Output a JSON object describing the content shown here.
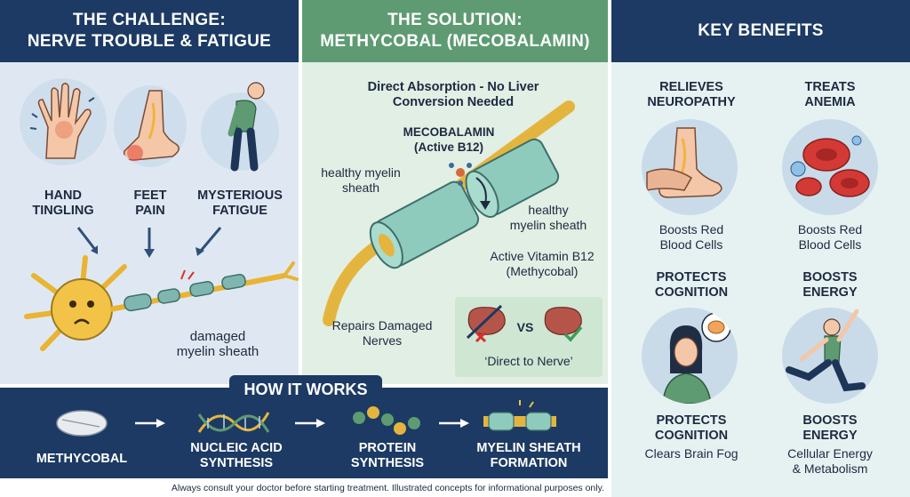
{
  "challenge": {
    "title_line1": "THE CHALLENGE:",
    "title_line2": "NERVE TROUBLE & FATIGUE",
    "symptoms": [
      {
        "line1": "HAND",
        "line2": "TINGLING"
      },
      {
        "line1": "FEET",
        "line2": "PAIN"
      },
      {
        "line1": "MYSTERIOUS",
        "line2": "FATIGUE"
      }
    ],
    "damaged_label_line1": "damaged",
    "damaged_label_line2": "myelin sheath"
  },
  "solution": {
    "title_line1": "THE SOLUTION:",
    "title_line2": "METHYCOBAL (MECOBALAMIN)",
    "absorption_line1": "Direct Absorption - No Liver",
    "absorption_line2": "Conversion Needed",
    "mecobalamin_line1": "MECOBALAMIN",
    "mecobalamin_line2": "(Active B12)",
    "sheath_left_line1": "healthy myelin",
    "sheath_left_line2": "sheath",
    "sheath_right_line1": "healthy",
    "sheath_right_line2": "myelin sheath",
    "active_line1": "Active Vitamin B12",
    "active_line2": "(Methycobal)",
    "repairs_line1": "Repairs Damaged",
    "repairs_line2": "Nerves",
    "vs": "VS",
    "direct_to_nerve": "‘Direct to Nerve’"
  },
  "benefits": {
    "title": "KEY BENEFITS",
    "items": [
      {
        "title_line1": "RELIEVES",
        "title_line2": "NEUROPATHY",
        "desc_line1": "Boosts Red",
        "desc_line2": "Blood Cells"
      },
      {
        "title_line1": "TREATS",
        "title_line2": "ANEMIA",
        "desc_line1": "Boosts Red",
        "desc_line2": "Blood Cells"
      },
      {
        "title_line1": "PROTECTS",
        "title_line2": "COGNITION",
        "bottom_line1": "PROTECTS",
        "bottom_line2": "COGNITION",
        "desc_line1": "Clears Brain Fog",
        "desc_line2": ""
      },
      {
        "title_line1": "BOOSTS",
        "title_line2": "ENERGY",
        "bottom_line1": "BOOSTS",
        "bottom_line2": "ENERGY",
        "desc_line1": "Cellular Energy",
        "desc_line2": "& Metabolism"
      }
    ]
  },
  "how_it_works": {
    "title": "HOW IT WORKS",
    "steps": [
      {
        "line1": "METHYCOBAL",
        "line2": ""
      },
      {
        "line1": "NUCLEIC ACID",
        "line2": "SYNTHESIS"
      },
      {
        "line1": "PROTEIN",
        "line2": "SYNTHESIS"
      },
      {
        "line1": "MYELIN SHEATH",
        "line2": "FORMATION"
      }
    ]
  },
  "disclaimer": "Always consult your doctor before starting treatment. Illustrated concepts for informational purposes only.",
  "colors": {
    "navy": "#1c3a63",
    "green": "#5e9b72",
    "challenge_bg": "#dfe8f2",
    "solution_bg": "#e1efe4",
    "benefits_bg": "#e6f2f2"
  }
}
